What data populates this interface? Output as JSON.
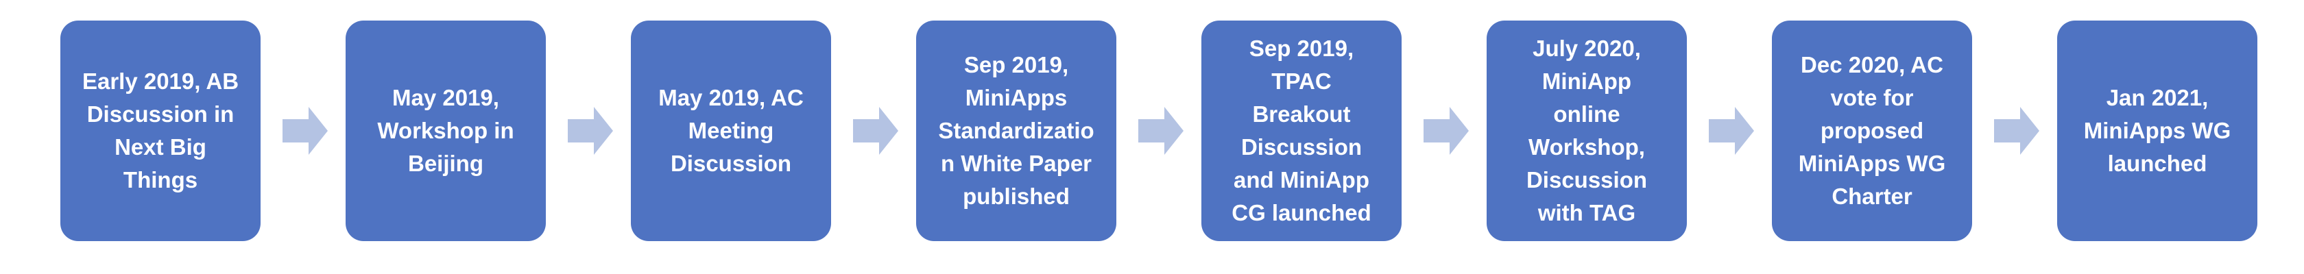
{
  "timeline": {
    "steps": [
      {
        "label": "Early 2019, AB\nDiscussion in\nNext Big\nThings"
      },
      {
        "label": "May 2019,\nWorkshop in\nBeijing"
      },
      {
        "label": "May 2019, AC\nMeeting\nDiscussion"
      },
      {
        "label": "Sep 2019,\nMiniApps\nStandardizatio\nn White Paper\npublished"
      },
      {
        "label": "Sep 2019,\nTPAC\nBreakout\nDiscussion\nand MiniApp\nCG launched"
      },
      {
        "label": "July 2020,\nMiniApp\nonline\nWorkshop,\nDiscussion\nwith TAG"
      },
      {
        "label": "Dec 2020, AC\nvote for\nproposed\nMiniApps WG\nCharter"
      },
      {
        "label": "Jan 2021,\nMiniApps WG\nlaunched"
      }
    ],
    "colors": {
      "box": "#4f73c2",
      "arrow": "#b4c3e3",
      "text": "#ffffff"
    }
  }
}
